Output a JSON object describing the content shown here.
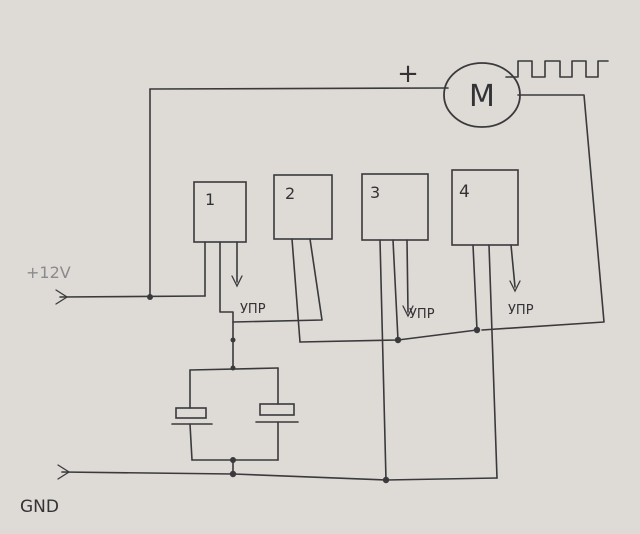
{
  "labels": {
    "motor": "M",
    "plus": "+",
    "supply": "+12V",
    "ground": "GND",
    "control": "УПР"
  },
  "transistors": [
    "1",
    "2",
    "3",
    "4"
  ]
}
